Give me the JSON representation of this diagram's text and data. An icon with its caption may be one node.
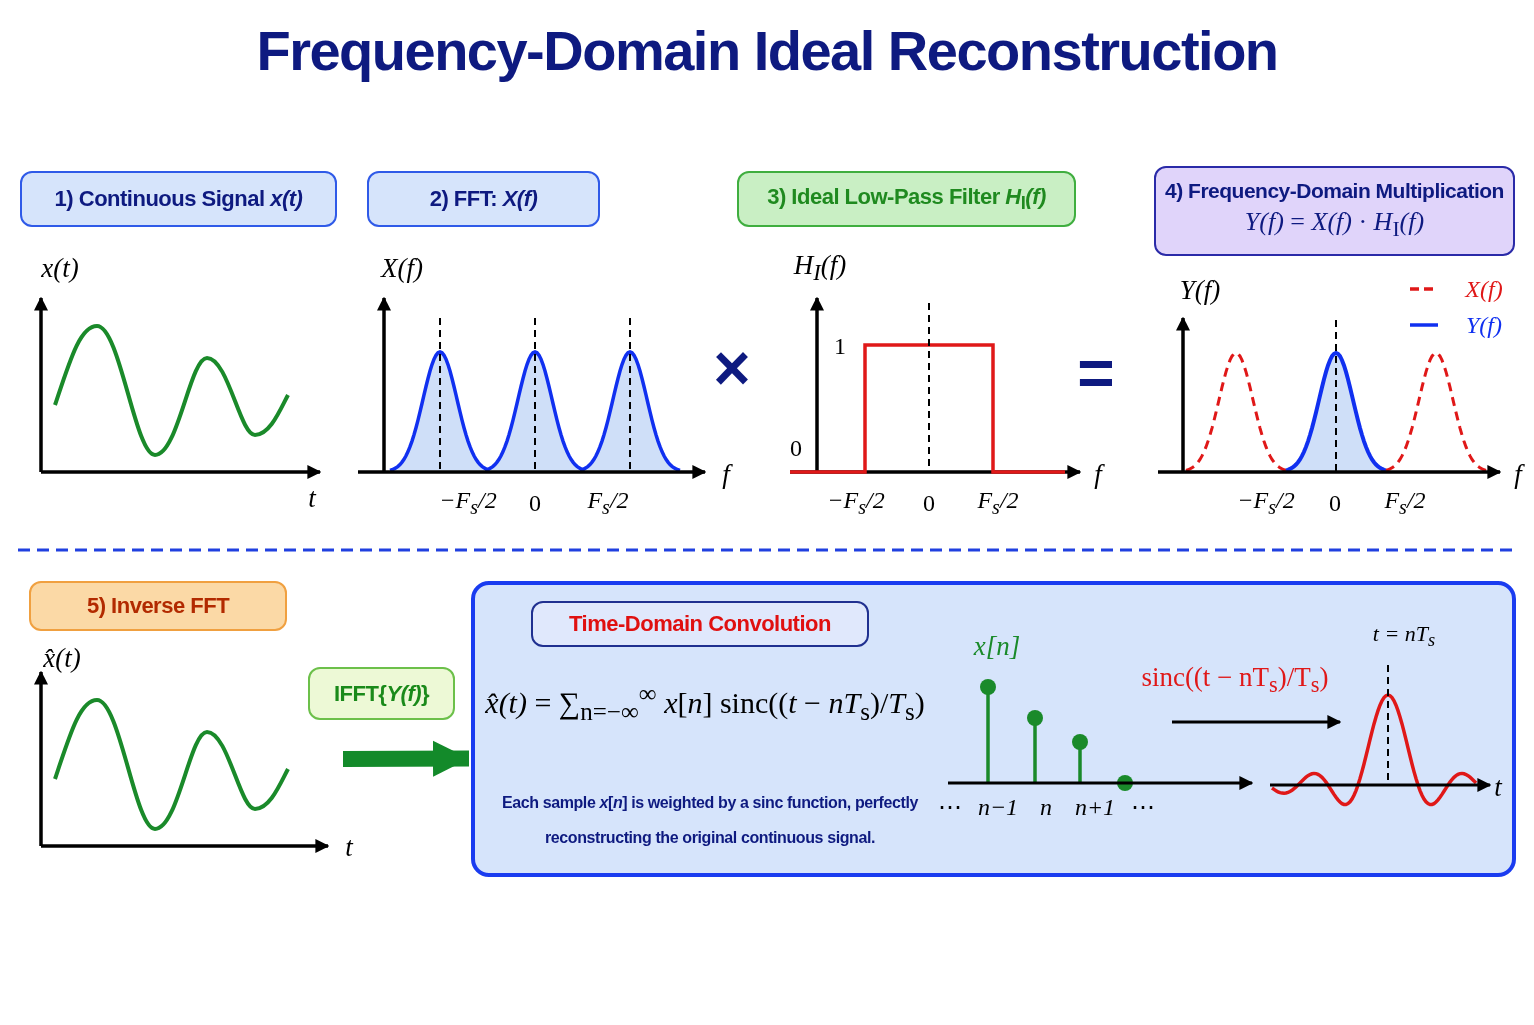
{
  "diagram": {
    "title": "Frequency-Domain Ideal Reconstruction",
    "nodes": [
      {
        "text": [
          "1) Continuous Signal  *x(t)*"
        ]
      },
      {
        "text": [
          "2) FFT:  *X(f)*"
        ]
      },
      {
        "text": [
          "3) Ideal Low-Pass Filter  *H*$_{I}$*(f)*"
        ]
      },
      {
        "text": [
          "4) Frequency-Domain Multiplication",
          "*Y(f)* = *X(f)* · *H*$_{I}$*(f)*"
        ]
      },
      {
        "text": [
          "5) Inverse FFT"
        ]
      },
      {
        "text": [
          "IFFT{*Y(f)*}"
        ]
      },
      {
        "text": [
          "*x̂(t)* = ∑$_{n=−∞}$$^{∞}$ *x*[*n*] sinc((*t* − *nT*$_{s}$)/*T*$_{s}$)",
          "Each sample *x*[*n*] is weighted by a sinc function, perfectly reconstructing the original continuous signal."
        ]
      },
      {
        "text": [
          "Time-Domain Convolution"
        ],
        "in": 6
      }
    ],
    "edges": [
      {
        "from": 5,
        "to": 6,
        "arrow": "to",
        "color": "#138a2a"
      }
    ],
    "labels": [
      "x(t)",
      "t",
      "X(f)",
      "f",
      "−F$_{s}$/2",
      "0",
      "F$_{s}$/2",
      "×",
      "H$_{I}$(f)",
      "1",
      "0",
      "f",
      "−F$_{s}$/2",
      "0",
      "F$_{s}$/2",
      "=",
      "Y(f)",
      "f",
      "−F$_{s}$/2",
      "0",
      "F$_{s}$/2",
      "x̂(t)",
      "t",
      "x[n]",
      "sinc((t − nT$_{s}$)/T$_{s}$)",
      "t = nT$_{s}$",
      "⋯",
      "n−1",
      "n",
      "n+1",
      "⋯",
      "t"
    ],
    "legend": [
      {
        "text": "X(f)"
      },
      {
        "text": "Y(f)"
      }
    ]
  }
}
